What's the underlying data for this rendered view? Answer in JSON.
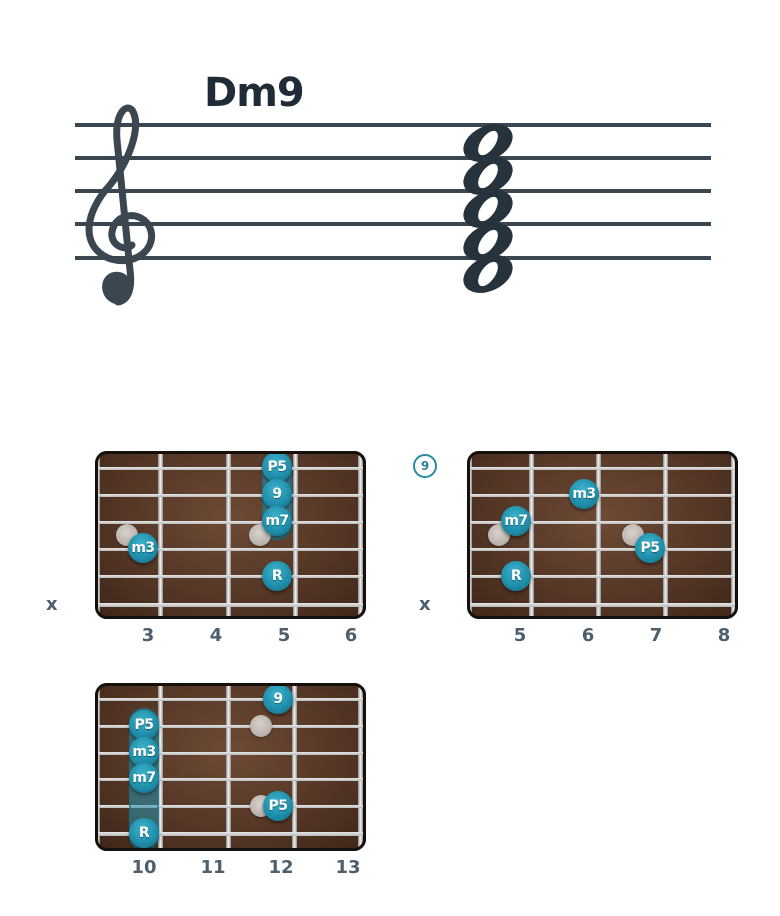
{
  "chord": {
    "name": "Dm9",
    "notes_on_staff": [
      "D4",
      "F4",
      "A4",
      "C5",
      "E5"
    ]
  },
  "colors": {
    "dot": "#1f8fab",
    "text": "#1f2b36",
    "label": "#4d5e6d",
    "board": "#553726"
  },
  "diagrams": [
    {
      "id": "diagram-1",
      "mute_label": "x",
      "position_badge": "",
      "fret_labels": [
        "3",
        "4",
        "5",
        "6"
      ],
      "dots": [
        {
          "label": "P5",
          "string": 1,
          "fret_index": 2
        },
        {
          "label": "9",
          "string": 2,
          "fret_index": 2
        },
        {
          "label": "m7",
          "string": 3,
          "fret_index": 2
        },
        {
          "label": "m3",
          "string": 4,
          "fret_index": 0
        },
        {
          "label": "R",
          "string": 5,
          "fret_index": 2
        }
      ]
    },
    {
      "id": "diagram-2",
      "mute_label": "x",
      "position_badge": "9",
      "fret_labels": [
        "5",
        "6",
        "7",
        "8"
      ],
      "dots": [
        {
          "label": "m3",
          "string": 2,
          "fret_index": 1
        },
        {
          "label": "m7",
          "string": 3,
          "fret_index": 0
        },
        {
          "label": "P5",
          "string": 4,
          "fret_index": 2
        },
        {
          "label": "R",
          "string": 5,
          "fret_index": 0
        }
      ]
    },
    {
      "id": "diagram-3",
      "mute_label": "",
      "position_badge": "",
      "fret_labels": [
        "10",
        "11",
        "12",
        "13"
      ],
      "dots": [
        {
          "label": "9",
          "string": 1,
          "fret_index": 2
        },
        {
          "label": "P5",
          "string": 2,
          "fret_index": 0
        },
        {
          "label": "m3",
          "string": 3,
          "fret_index": 0
        },
        {
          "label": "m7",
          "string": 4,
          "fret_index": 0
        },
        {
          "label": "P5",
          "string": 5,
          "fret_index": 2
        },
        {
          "label": "R",
          "string": 6,
          "fret_index": 0
        }
      ]
    }
  ]
}
